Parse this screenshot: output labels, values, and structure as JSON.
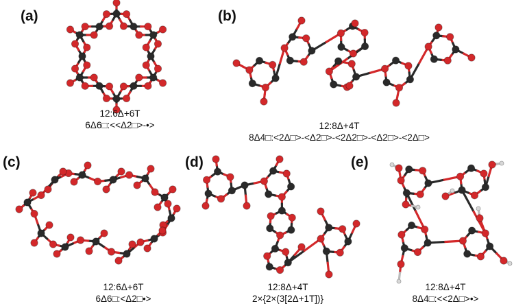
{
  "colors": {
    "oxygen": "#d3282a",
    "carbon": "#2a2a2a",
    "hydrogen": "#d8d8d8",
    "bond_o": "#d3282a",
    "bond_c": "#2a2a2a"
  },
  "panels": [
    {
      "id": "a",
      "label": "(a)",
      "formula": "12:6Δ+6T",
      "notation": "6Δ6□:<<Δ2□>-•>"
    },
    {
      "id": "b",
      "label": "(b)",
      "formula": "12:8Δ+4T",
      "notation": "8Δ4□:<2Δ□>-<Δ2□>-<2Δ2□>-<Δ2□>-<2Δ□>"
    },
    {
      "id": "c",
      "label": "(c)",
      "formula": "12:6Δ+6T",
      "notation": "6Δ6□:<Δ2□•>"
    },
    {
      "id": "d",
      "label": "(d)",
      "formula": "12:8Δ+4T",
      "notation": "2×{2×(3[2Δ+1T])}"
    },
    {
      "id": "e",
      "label": "(e)",
      "formula": "12:8Δ+4T",
      "notation": "8Δ4□:<<2Δ□>•>"
    }
  ]
}
